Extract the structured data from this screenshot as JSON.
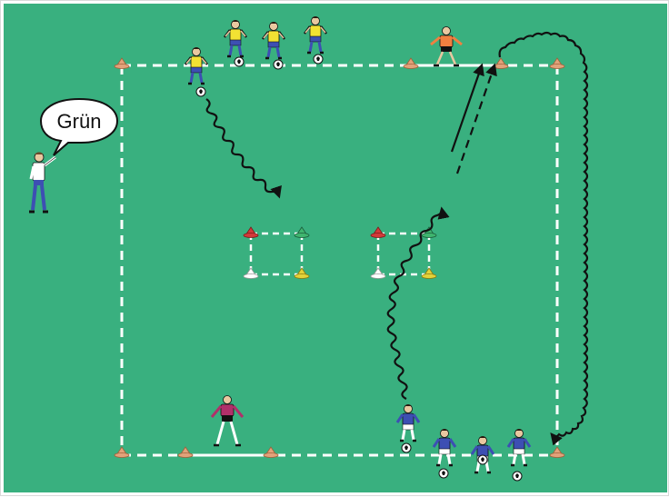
{
  "diagram": {
    "coach_call": "Grün",
    "colors": {
      "pitch": "#39b07f",
      "boundary": "#ffffff",
      "cone_orange": "#e2a27a",
      "cone_red": "#d23a3a",
      "cone_green": "#3fb56f",
      "cone_white": "#ffffff",
      "cone_yellow": "#e3d23a",
      "team_yellow": "#f2e233",
      "team_blue": "#3d4fb3",
      "keeper_orange": "#f08040",
      "keeper_magenta": "#b0306a",
      "arrow": "#111111"
    },
    "icons": [
      "coach-figure",
      "speech-bubble",
      "player-figure",
      "goalkeeper-figure",
      "ball-icon",
      "cone-icon",
      "dribble-arrow",
      "pass-arrow",
      "run-arrow"
    ]
  }
}
